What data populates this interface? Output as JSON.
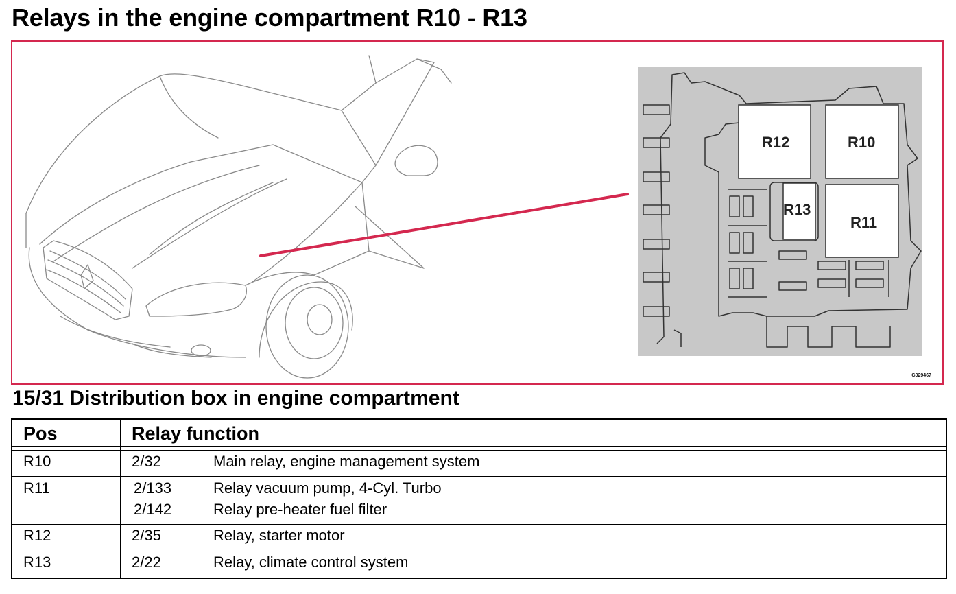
{
  "page": {
    "title": "Relays in the engine compartment R10 - R13",
    "section_title": "15/31 Distribution box in engine compartment"
  },
  "figure": {
    "code": "G029467",
    "relay_labels": {
      "r12": "R12",
      "r10": "R10",
      "r13": "R13",
      "r11": "R11"
    },
    "colors": {
      "frame": "#d4284f",
      "pointer_line": "#d4284f",
      "box_background": "#c8c8c8",
      "relay_fill": "#ffffff"
    }
  },
  "table": {
    "headers": {
      "pos": "Pos",
      "function": "Relay function"
    },
    "rows": [
      {
        "pos": "R10",
        "entries": [
          {
            "code": "2/32",
            "function": "Main relay, engine management system"
          }
        ]
      },
      {
        "pos": "R11",
        "entries": [
          {
            "code": "2/133",
            "function": "Relay vacuum pump, 4-Cyl. Turbo"
          },
          {
            "code": "2/142",
            "function": "Relay pre-heater fuel filter"
          }
        ]
      },
      {
        "pos": "R12",
        "entries": [
          {
            "code": "2/35",
            "function": "Relay, starter motor"
          }
        ]
      },
      {
        "pos": "R13",
        "entries": [
          {
            "code": "2/22",
            "function": "Relay, climate control system"
          }
        ]
      }
    ]
  }
}
